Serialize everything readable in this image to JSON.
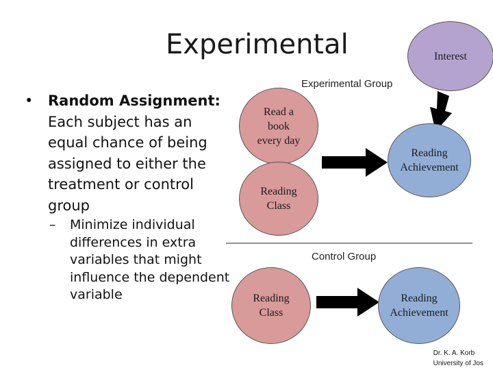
{
  "title": "Experimental",
  "bullets": {
    "main_bold": "Random Assignment:",
    "main_text": "Each subject has an equal chance of being assigned to either the treatment or control group",
    "sub_text": "Minimize individual differences in extra variables that might influence the dependent variable"
  },
  "diagram": {
    "interest": "Interest",
    "experimental_group": "Experimental Group",
    "control_group": "Control Group",
    "exp_treatment": "Read a\nbook\nevery day",
    "exp_class": "Reading\nClass",
    "exp_outcome": "Reading\nAchievement",
    "ctrl_class": "Reading\nClass",
    "ctrl_outcome": "Reading\nAchievement"
  },
  "credit": {
    "line1": "Dr. K. A. Korb",
    "line2": "University of Jos"
  },
  "colors": {
    "treatment": "#d99a9a",
    "outcome": "#93aed6",
    "interest": "#b5a3cf"
  }
}
